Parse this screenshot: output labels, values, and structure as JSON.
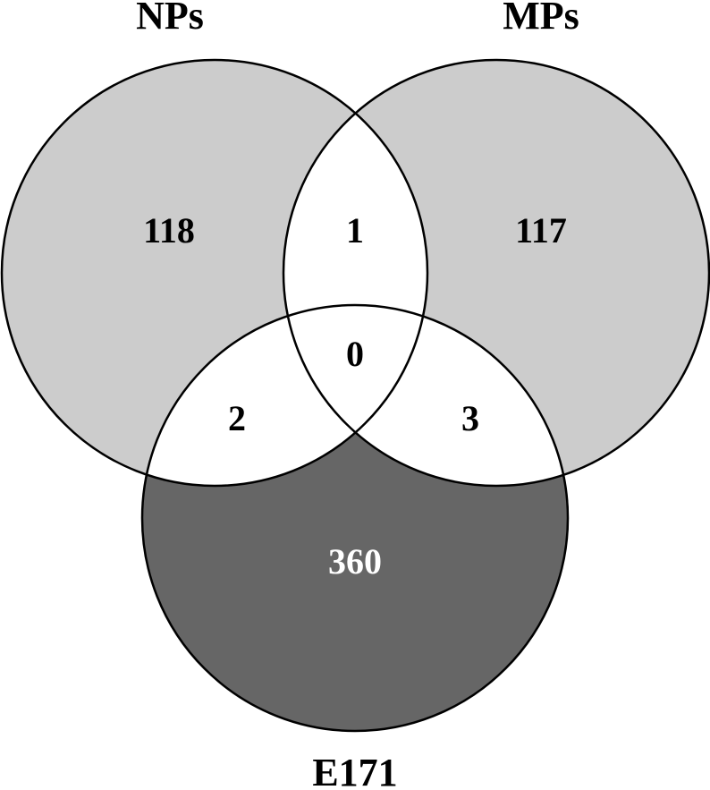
{
  "diagram": {
    "type": "venn3",
    "sets": [
      {
        "id": "A",
        "label": "NPs",
        "fill": "#cccccc"
      },
      {
        "id": "B",
        "label": "MPs",
        "fill": "#cccccc"
      },
      {
        "id": "C",
        "label": "E171",
        "fill": "#666666"
      }
    ],
    "regions": {
      "A_only": "118",
      "B_only": "117",
      "C_only": "360",
      "AB": "1",
      "AC": "2",
      "BC": "3",
      "ABC": "0"
    },
    "overlap_fill": "#ffffff",
    "stroke": "#000000"
  }
}
